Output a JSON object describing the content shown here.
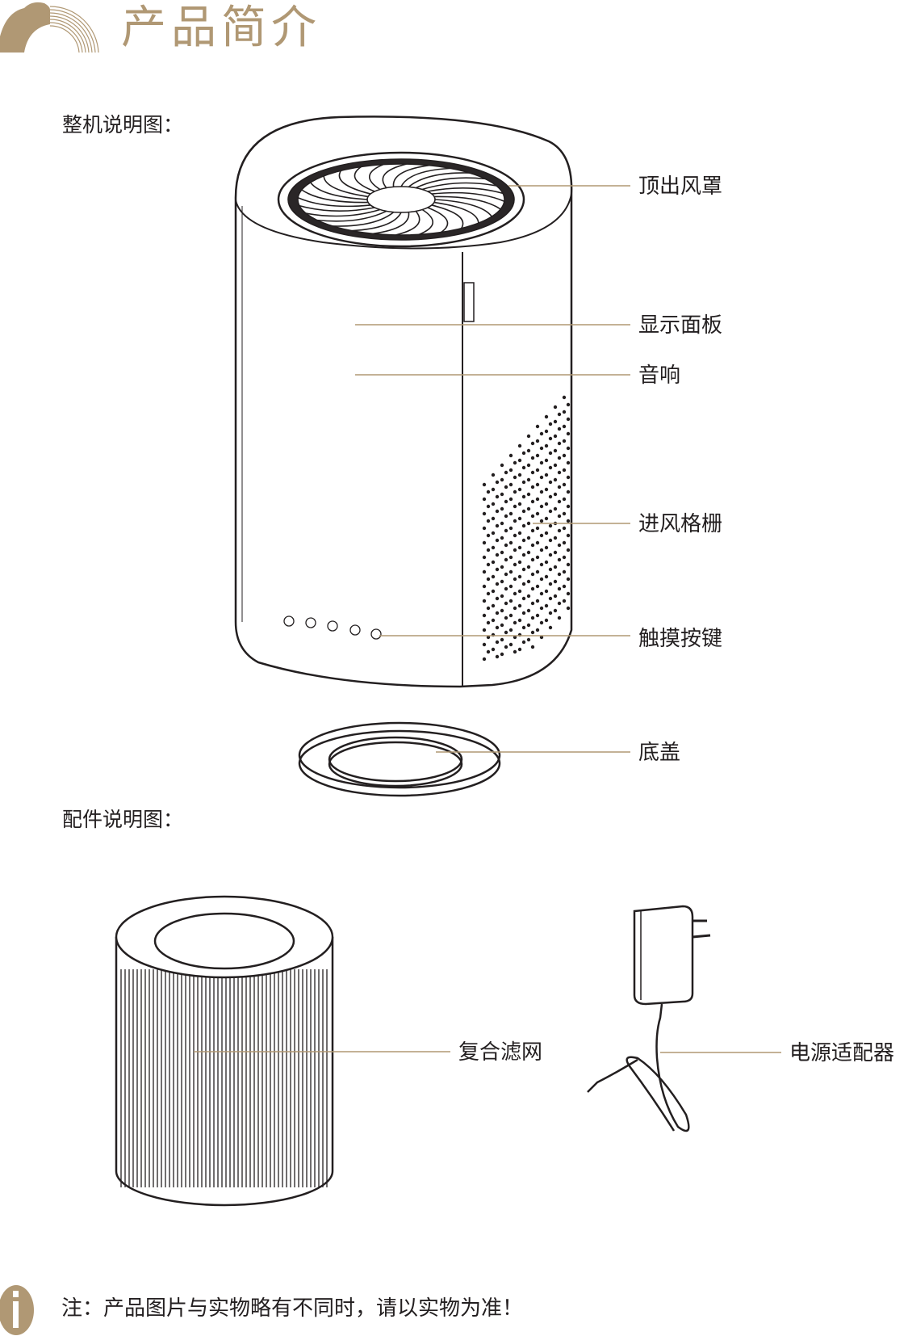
{
  "header": {
    "title": "产品简介",
    "logo_icon": "bear-arc-logo"
  },
  "sections": {
    "main_unit": "整机说明图：",
    "accessories": "配件说明图："
  },
  "main_unit_parts": [
    "顶出风罩",
    "显示面板",
    "音响",
    "进风格栅",
    "触摸按键",
    "底盖"
  ],
  "accessory_parts": [
    "复合滤网",
    "电源适配器"
  ],
  "note": "注：产品图片与实物略有不同时，请以实物为准！",
  "colors": {
    "accent": "#b09874",
    "line": "#231f20"
  }
}
